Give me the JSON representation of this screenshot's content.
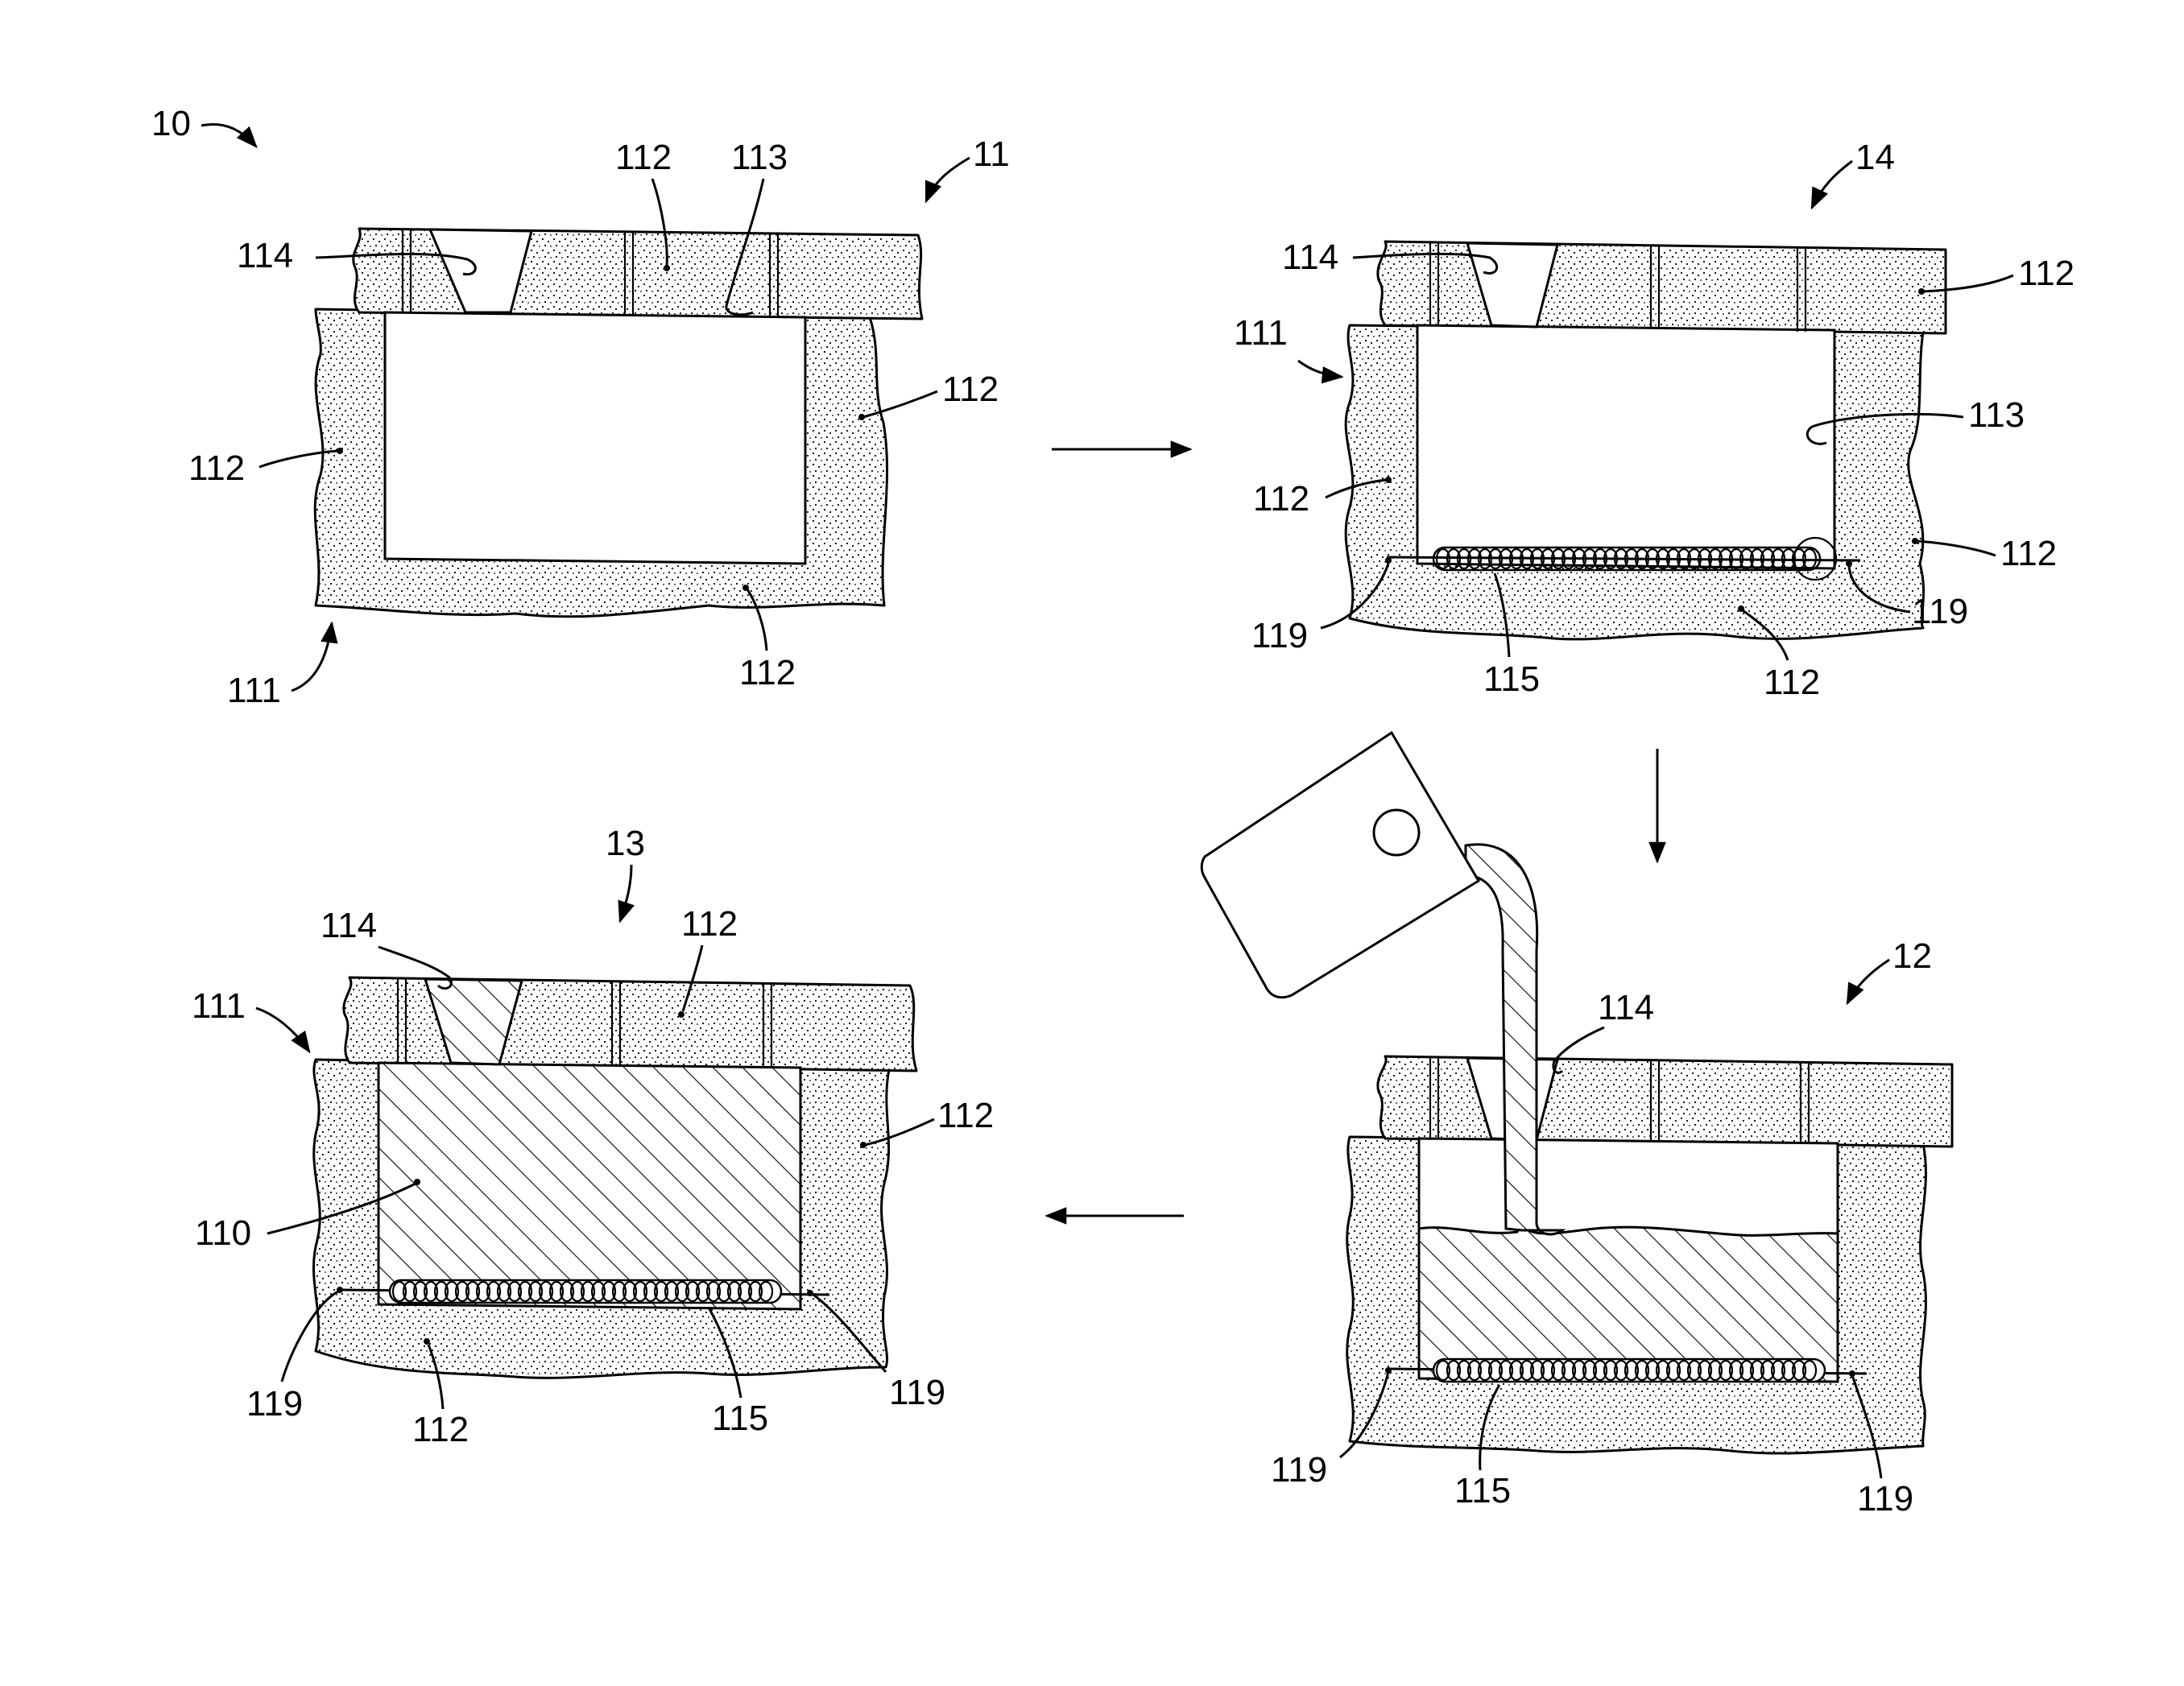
{
  "labels": {
    "process": "10",
    "stage_11": "11",
    "stage_14": "14",
    "stage_12": "12",
    "stage_13": "13",
    "mold_box": "111",
    "mold_material": "112",
    "cavity_surface": "113",
    "pour_opening": "114",
    "heating_coil": "115",
    "coil_lead": "119",
    "cast_article": "110"
  },
  "colors": {
    "ink": "#000000",
    "paper": "#ffffff"
  }
}
